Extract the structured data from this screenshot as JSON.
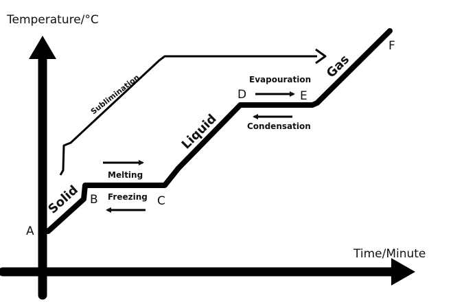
{
  "axes": {
    "y_label": "Temperature/°C",
    "x_label": "Time/Minute"
  },
  "points": {
    "a": "A",
    "b": "B",
    "c": "C",
    "d": "D",
    "e": "E",
    "f": "F"
  },
  "phases": {
    "solid": "Solid",
    "liquid": "Liquid",
    "gas": "Gas"
  },
  "processes": {
    "melting": "Melting",
    "freezing": "Freezing",
    "evaporation": "Evapouration",
    "condensation": "Condensation",
    "sublimation": "Sublimination"
  }
}
